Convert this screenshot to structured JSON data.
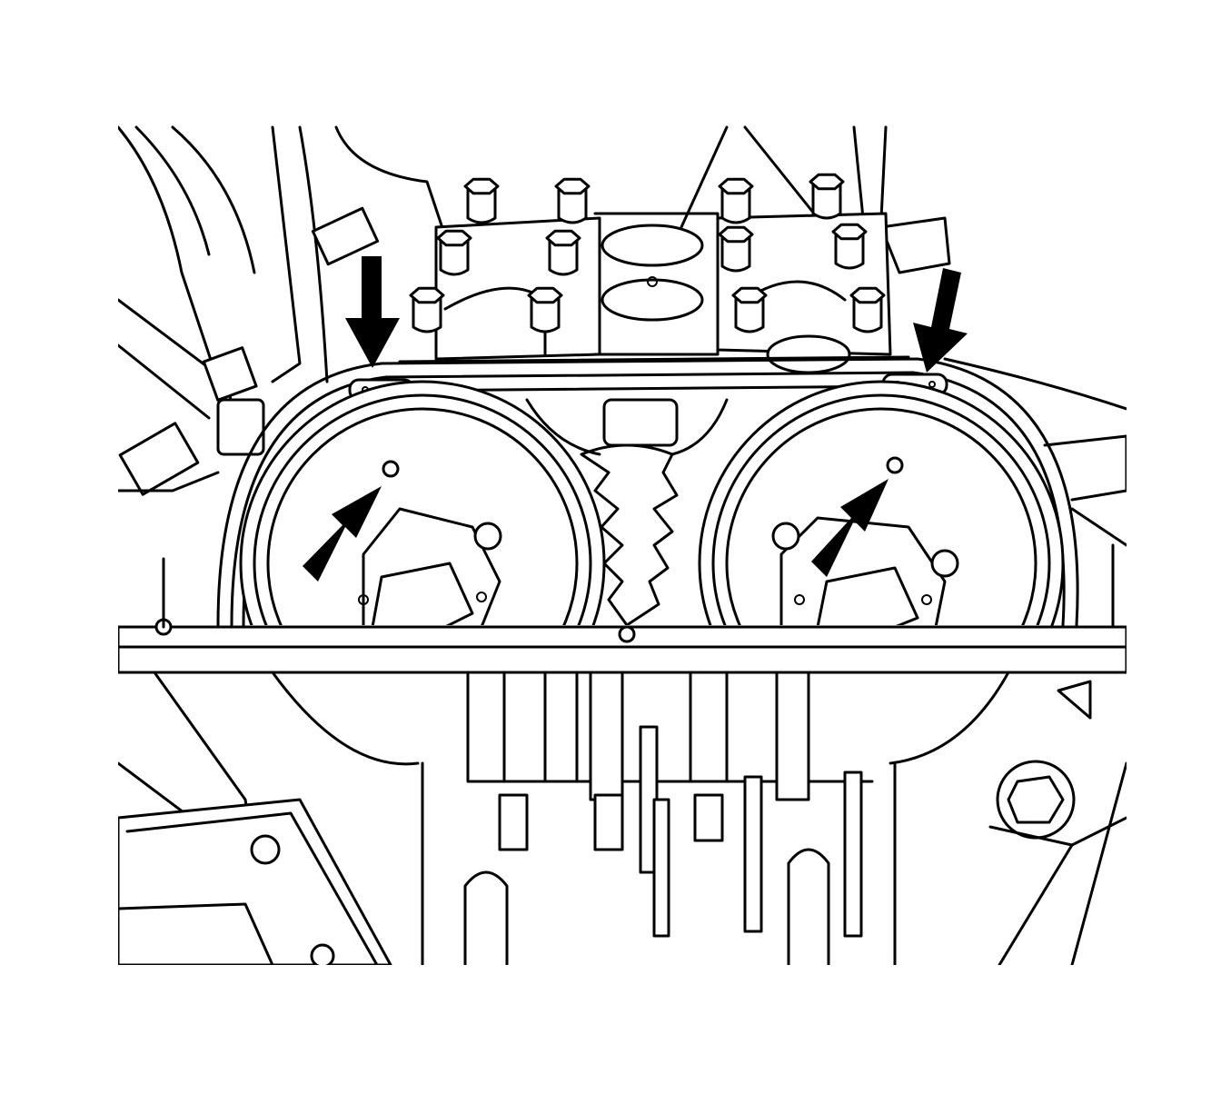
{
  "illustration": {
    "subject": "engine-timing-belt-camshaft-sprockets",
    "line_color": "#000000",
    "background_color": "#ffffff",
    "arrow_color": "#000000",
    "callouts": [
      {
        "icon": "arrow-down-icon",
        "points_to": "left-timing-mark-on-rear-cover"
      },
      {
        "icon": "arrow-down-icon",
        "points_to": "right-timing-mark-on-rear-cover"
      },
      {
        "icon": "arrow-up-right-icon",
        "points_to": "left-sprocket-timing-hole"
      },
      {
        "icon": "arrow-up-right-icon",
        "points_to": "right-sprocket-timing-hole"
      }
    ]
  }
}
